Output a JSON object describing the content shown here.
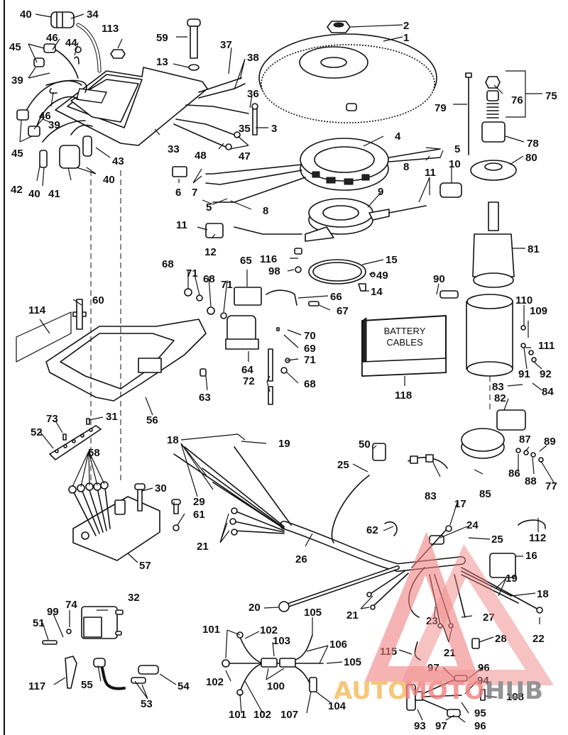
{
  "diagram": {
    "title": "Electrical / ignition exploded parts diagram",
    "battery_box": {
      "line1": "BATTERY",
      "line2": "CABLES",
      "part": "118"
    },
    "watermark": {
      "part1": "AUTO",
      "part2": "MOTO",
      "part3": "HUB",
      "color_triangle": "#f08080",
      "color_auto": "#f5b85a",
      "color_moto": "#f08080",
      "color_hub": "#7a7a7a"
    },
    "labels": {
      "l40a": "40",
      "l34": "34",
      "l113": "113",
      "l59": "59",
      "l2": "2",
      "l1": "1",
      "l46a": "46",
      "l44": "44",
      "l45a": "45",
      "l39a": "39",
      "l13": "13",
      "l37": "37",
      "l38": "38",
      "l36": "36",
      "l46b": "46",
      "l39b": "39",
      "l45b": "45",
      "l35": "35",
      "l3": "3",
      "l33": "33",
      "l43": "43",
      "l48": "48",
      "l47": "47",
      "l42": "42",
      "l40b": "40",
      "l41": "41",
      "l40c": "40",
      "l6": "6",
      "l7": "7",
      "l5a": "5",
      "l8a": "8",
      "l4": "4",
      "l5b": "5",
      "l8b": "8",
      "l79": "79",
      "l76": "76",
      "l75": "75",
      "l78": "78",
      "l80": "80",
      "l10": "10",
      "l11a": "11",
      "l9": "9",
      "l11b": "11",
      "l12": "12",
      "l81": "81",
      "l116": "116",
      "l98": "98",
      "l15": "15",
      "l49": "49",
      "l14": "14",
      "l65": "65",
      "l68a": "68",
      "l71a": "71",
      "l68b": "68",
      "l71b": "71",
      "l66": "66",
      "l67": "67",
      "l90": "90",
      "l110": "110",
      "l109": "109",
      "l60": "60",
      "l114": "114",
      "l70": "70",
      "l69": "69",
      "l71c": "71",
      "l68c": "68",
      "l64": "64",
      "l72": "72",
      "l63": "63",
      "l56": "56",
      "l111": "111",
      "l91": "91",
      "l92": "92",
      "l118": "118",
      "l83a": "83",
      "l84": "84",
      "l82": "82",
      "l73": "73",
      "l31": "31",
      "l52": "52",
      "l58": "58",
      "l18a": "18",
      "l19a": "19",
      "l50": "50",
      "l25a": "25",
      "l87": "87",
      "l89": "89",
      "l86": "86",
      "l88": "88",
      "l77": "77",
      "l83b": "83",
      "l85": "85",
      "l30": "30",
      "l29": "29",
      "l61": "61",
      "l21a": "21",
      "l17": "17",
      "l24": "24",
      "l62": "62",
      "l25b": "25",
      "l112": "112",
      "l16": "16",
      "l57": "57",
      "l26": "26",
      "l19b": "19",
      "l18b": "18",
      "l32": "32",
      "l74": "74",
      "l99": "99",
      "l51": "51",
      "l20": "20",
      "l21b": "21",
      "l23": "23",
      "l27": "27",
      "l22": "22",
      "l101a": "101",
      "l102a": "102",
      "l105a": "105",
      "l103": "103",
      "l106": "106",
      "l105b": "105",
      "l115": "115",
      "l21c": "21",
      "l28": "28",
      "l117": "117",
      "l55": "55",
      "l54": "54",
      "l53": "53",
      "l102b": "102",
      "l100": "100",
      "l97a": "97",
      "l96a": "96",
      "l94": "94",
      "l108": "108",
      "l101b": "101",
      "l102c": "102",
      "l107": "107",
      "l104": "104",
      "l95": "95",
      "l93": "93",
      "l97b": "97",
      "l96b": "96"
    }
  }
}
